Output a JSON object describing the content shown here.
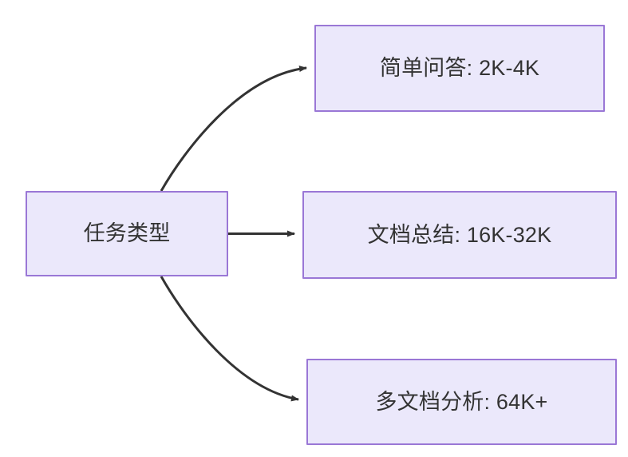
{
  "diagram": {
    "type": "flowchart",
    "direction": "left-to-right",
    "background_color": "#ffffff",
    "node_fill_color": "#ebe8fb",
    "node_border_color": "#9a77d6",
    "node_text_color": "#333333",
    "edge_color": "#333333",
    "nodes": [
      {
        "id": "root",
        "label": "任务类型"
      },
      {
        "id": "simple_qa",
        "label": "简单问答: 2K-4K"
      },
      {
        "id": "doc_summary",
        "label": "文档总结: 16K-32K"
      },
      {
        "id": "multi_doc",
        "label": "多文档分析: 64K+"
      }
    ],
    "edges": [
      {
        "from": "root",
        "to": "simple_qa",
        "label": "",
        "style": "curved-arrow"
      },
      {
        "from": "root",
        "to": "doc_summary",
        "label": "",
        "style": "straight-arrow"
      },
      {
        "from": "root",
        "to": "multi_doc",
        "label": "",
        "style": "curved-arrow"
      }
    ]
  }
}
